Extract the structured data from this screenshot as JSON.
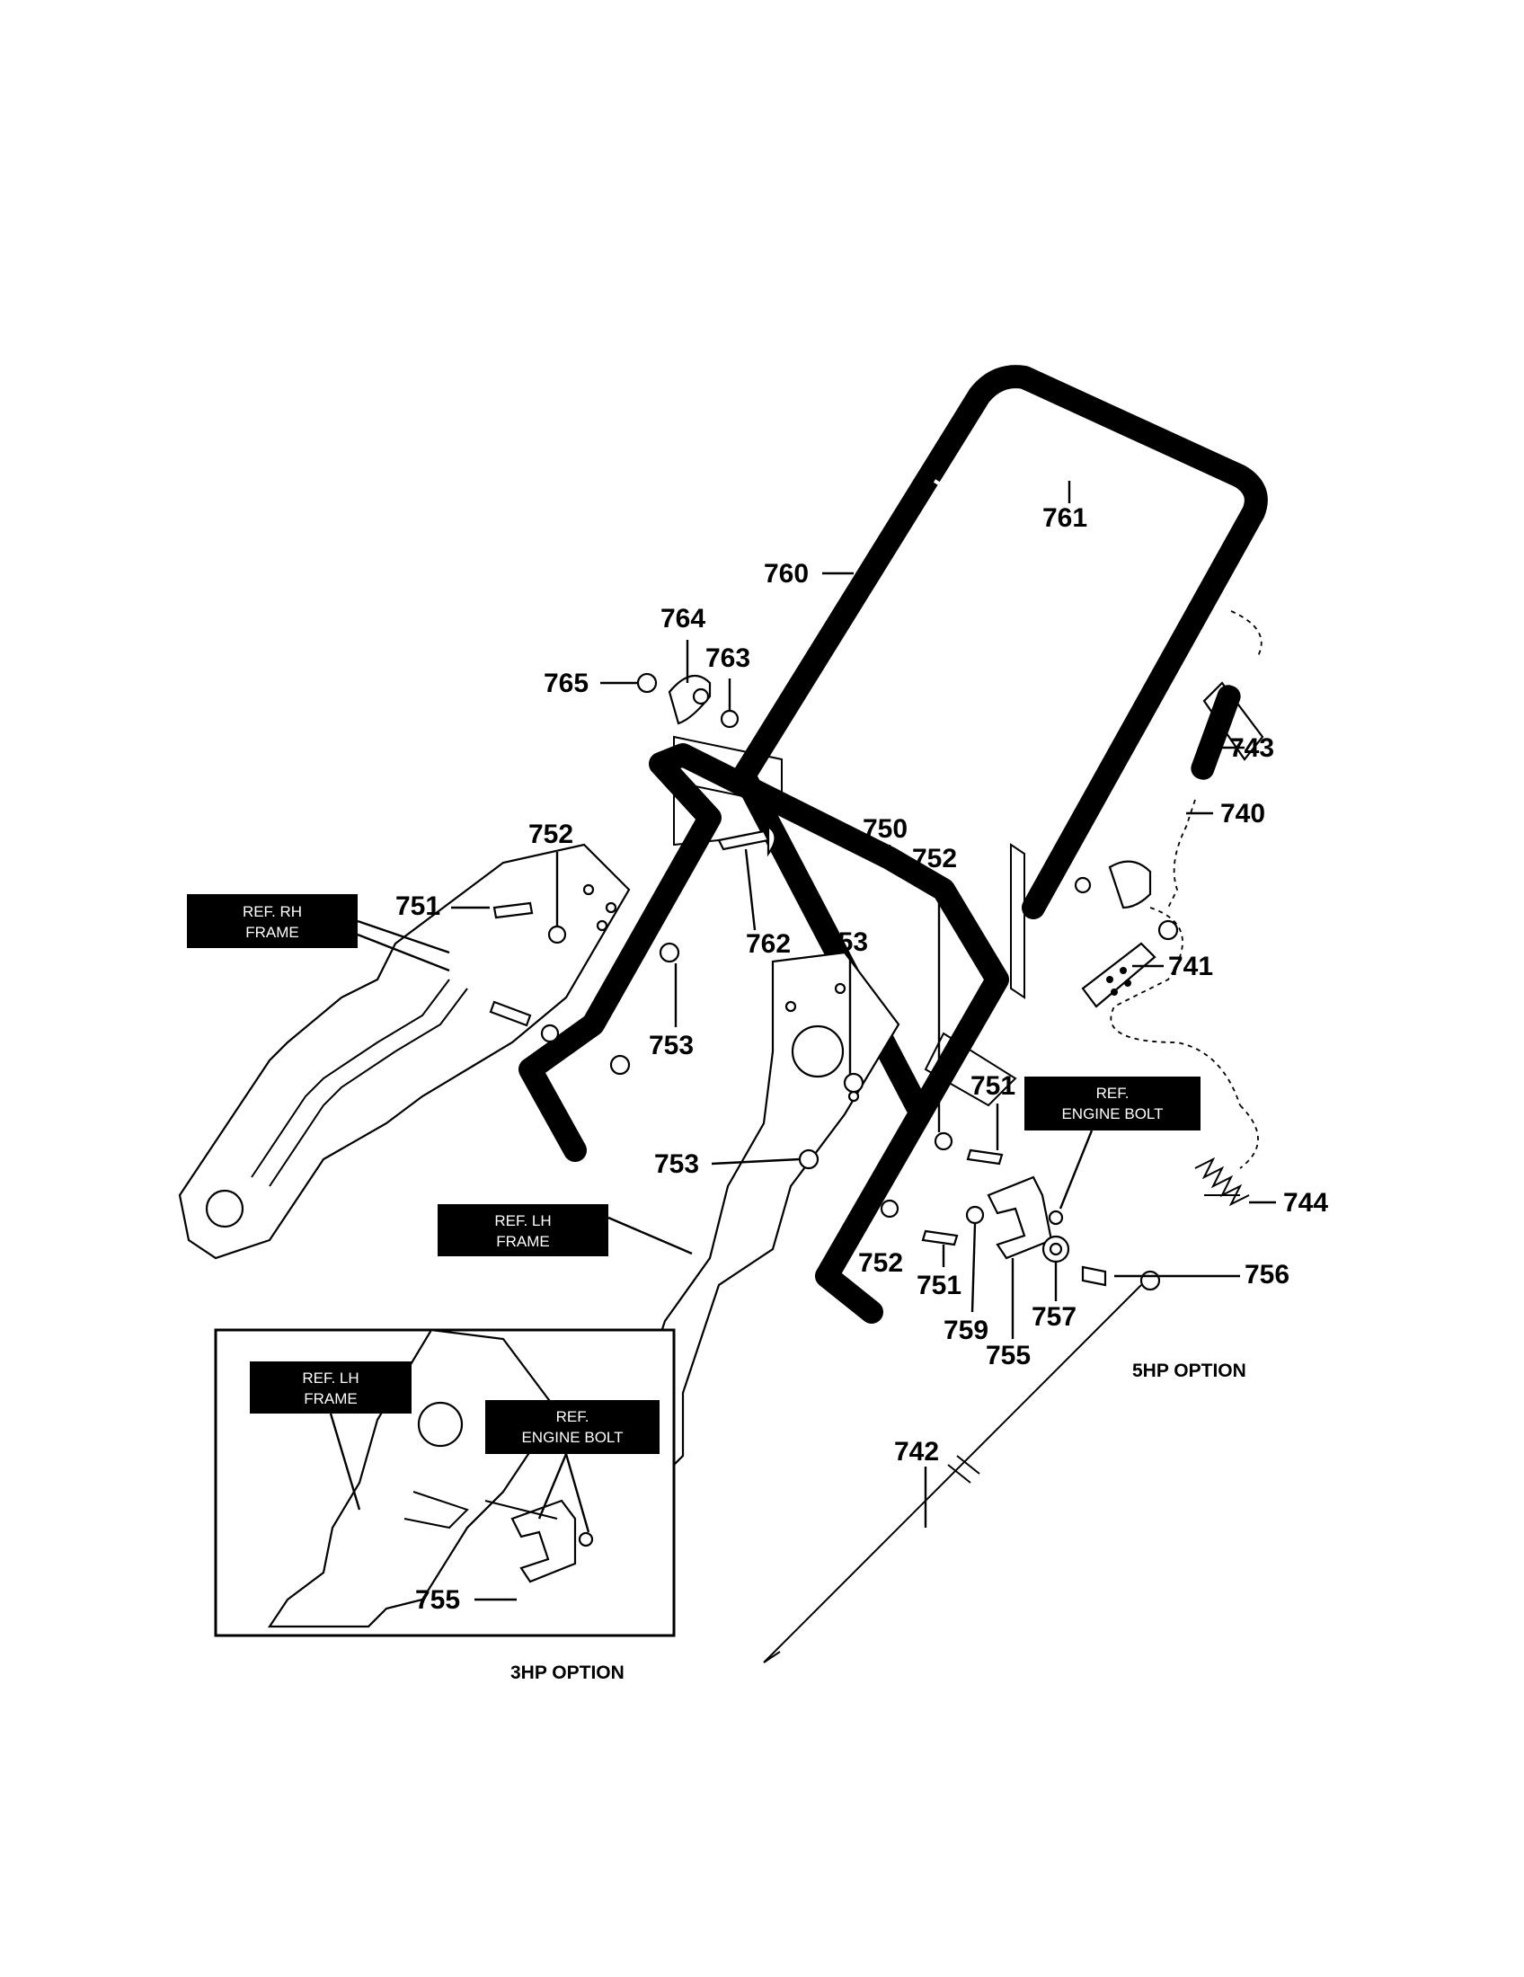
{
  "callouts": {
    "p740": "740",
    "p741": "741",
    "p742": "742",
    "p743": "743",
    "p744": "744",
    "p750": "750",
    "p751a": "751",
    "p751b": "751",
    "p751c": "751",
    "p752a": "752",
    "p752b": "752",
    "p752c": "752",
    "p753a": "753",
    "p753b": "753",
    "p753c": "753",
    "p755a": "755",
    "p755b": "755",
    "p756": "756",
    "p757": "757",
    "p759": "759",
    "p760": "760",
    "p761": "761",
    "p762": "762",
    "p763": "763",
    "p764": "764",
    "p765": "765"
  },
  "refs": {
    "rh_frame": [
      "REF. RH",
      "FRAME"
    ],
    "lh_frame": [
      "REF. LH",
      "FRAME"
    ],
    "engine_bolt": [
      "REF.",
      "ENGINE BOLT"
    ],
    "inset_lh_frame": [
      "REF. LH",
      "FRAME"
    ],
    "inset_engine_bolt": [
      "REF.",
      "ENGINE BOLT"
    ]
  },
  "options": {
    "five_hp": "5HP OPTION",
    "three_hp": "3HP OPTION"
  }
}
